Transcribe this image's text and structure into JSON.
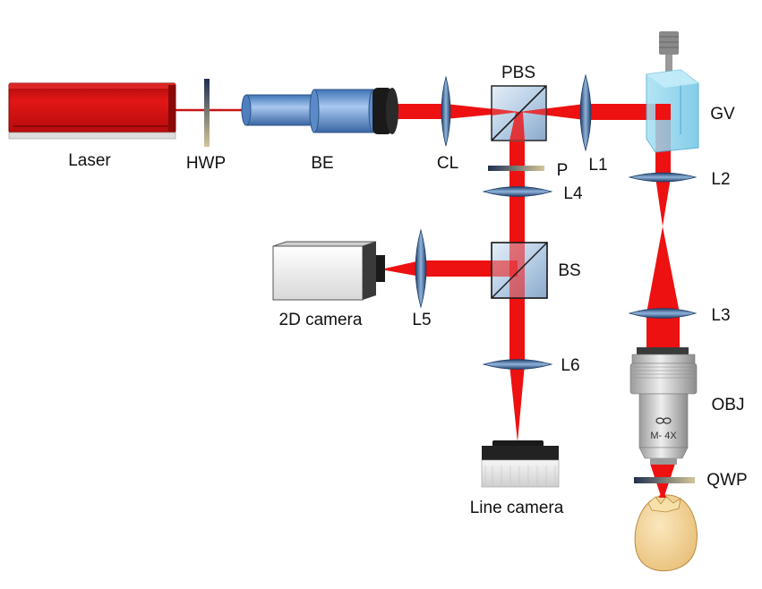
{
  "labels": {
    "laser": "Laser",
    "hwp": "HWP",
    "be": "BE",
    "cl": "CL",
    "pbs": "PBS",
    "l1": "L1",
    "gv": "GV",
    "p": "P",
    "l2": "L2",
    "l4": "L4",
    "bs": "BS",
    "camera2d": "2D camera",
    "l5": "L5",
    "l3": "L3",
    "l6": "L6",
    "obj": "OBJ",
    "obj_marking": "M- 4X",
    "qwp": "QWP",
    "line_camera": "Line camera"
  },
  "colors": {
    "beam": "#ee1111",
    "laser_body": "#cc0e0e",
    "lens": "#3d6a9a",
    "glass": "#b9d3ea",
    "galvo": "#8fd4ec",
    "waveplate_dark": "#1f3050",
    "waveplate_light": "#cdbf94",
    "camera_body": "#f0f0f0",
    "objective": "#c9c9c9",
    "egg": "#f3d59b"
  }
}
